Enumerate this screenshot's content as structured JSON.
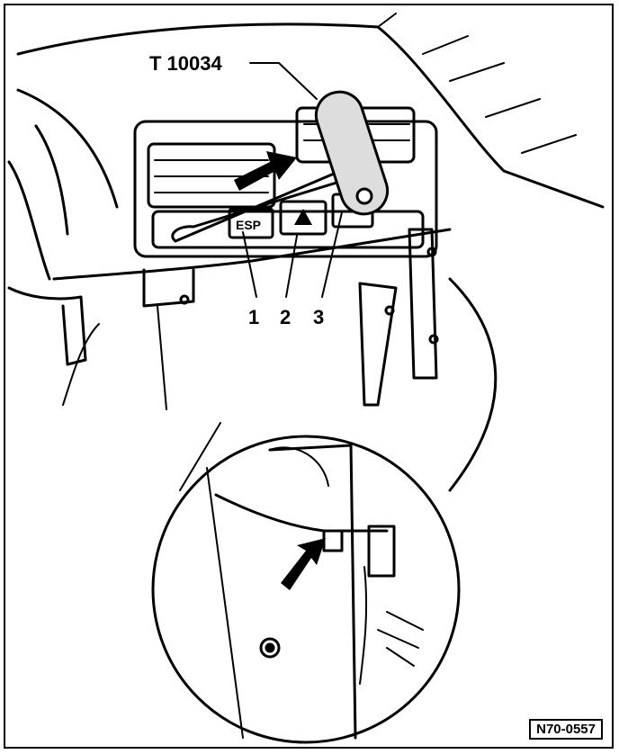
{
  "tool_label": "T 10034",
  "callouts": [
    "1",
    "2",
    "3"
  ],
  "esp_button_text": "ESP",
  "reference_code": "N70-0557"
}
